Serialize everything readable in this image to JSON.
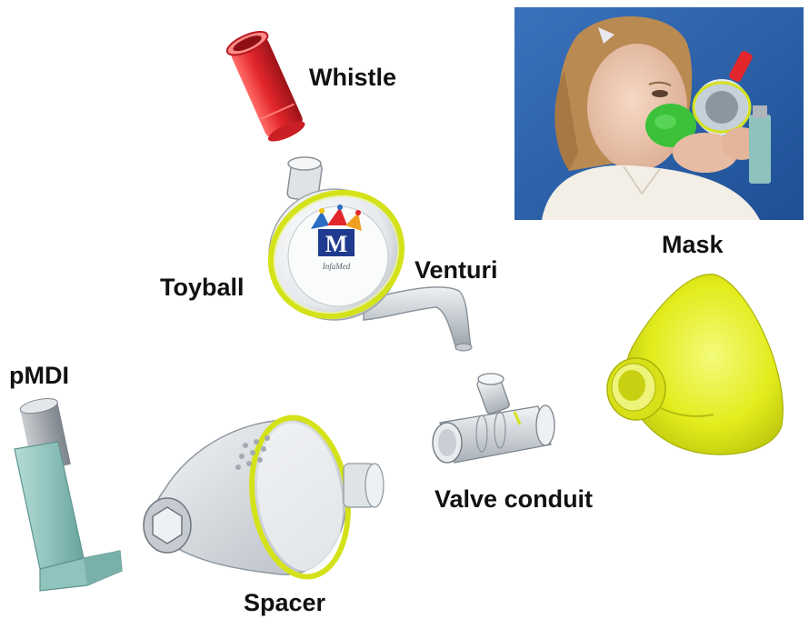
{
  "labels": {
    "whistle": "Whistle",
    "toyball": "Toyball",
    "venturi": "Venturi",
    "mask": "Mask",
    "pmdi": "pMDI",
    "valve_conduit": "Valve conduit",
    "spacer": "Spacer"
  },
  "logo": {
    "letter": "M",
    "brand": "InfaMed"
  },
  "colors": {
    "whistle_red": "#e3262c",
    "mask_yellow": "#e2ec1c",
    "ring_yellow": "#d4e21a",
    "pmdi_teal": "#8fc3bd",
    "photo_blue": "#2a5ea6",
    "clear_plastic": "#d8dde2"
  },
  "icons": {
    "photo": "child-using-inhaler-photo"
  }
}
